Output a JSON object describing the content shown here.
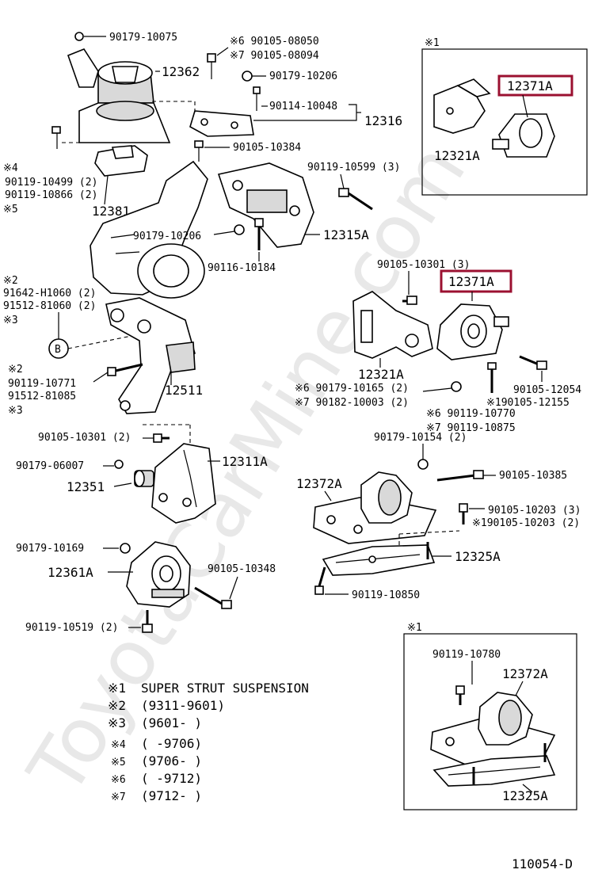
{
  "watermark": "ToyotaCarMine.com",
  "diagram_id": "110054-D",
  "labels": {
    "p90179_10075": "90179-10075",
    "p12362": "12362",
    "p90105_08050": "※6 90105-08050",
    "p90105_08094": "※7  90105-08094",
    "p90179_10206a": "90179-10206",
    "p90114_10048": "90114-10048",
    "p12316": "12316",
    "p90105_10384": "90105-10384",
    "p_note4": "※4",
    "p90119_10499": "90119-10499 (2)",
    "p90119_10866": "90119-10866 (2)",
    "p_note5": "※5",
    "p12381": "12381",
    "p90119_10599": "90119-10599 (3)",
    "p90179_10206b": "90179-10206",
    "p12315A": "12315A",
    "p90116_10184": "90116-10184",
    "p_note2a": "※2",
    "p91642": "91642-H1060 (2)",
    "p91512a": "91512-81060 (2)",
    "p_note3a": "※3",
    "p_B": "B",
    "p_note2b": "※2",
    "p90119_10771": "90119-10771",
    "p91512b": "91512-81085",
    "p_note3b": "※3",
    "p12511": "12511",
    "p90105_10301a": "90105-10301 (3)",
    "p12371A_mid": "12371A",
    "p12321A_mid": "12321A",
    "p90179_10165": "※6 90179-10165 (2)",
    "p90182_10003": "※7 90182-10003 (2)",
    "p90105_12054": "90105-12054",
    "p90105_12155": "※190105-12155",
    "p90119_10770": "※6  90119-10770",
    "p90119_10875": "※7  90119-10875",
    "p90179_10154": "90179-10154 (2)",
    "p90105_10301b": "90105-10301 (2)",
    "p12311A": "12311A",
    "p90179_06007": "90179-06007",
    "p12351": "12351",
    "p12372A_mid": "12372A",
    "p90105_10385": "90105-10385",
    "p90105_10203a": "90105-10203 (3)",
    "p90105_10203b": "※190105-10203 (2)",
    "p12325A_mid": "12325A",
    "p90119_10850": "90119-10850",
    "p90179_10169": "90179-10169",
    "p12361A": "12361A",
    "p90105_10348": "90105-10348",
    "p90119_10519": "90119-10519 (2)",
    "p_box1_note": "※1",
    "p12371A_box": "12371A",
    "p12321A_box": "12321A",
    "p_box2_note": "※1",
    "p90119_10780": "90119-10780",
    "p12372A_box": "12372A",
    "p12325A_box": "12325A"
  },
  "legend": [
    {
      "mark": "※1",
      "text": "SUPER STRUT SUSPENSION"
    },
    {
      "mark": "※2",
      "text": "(9311-9601)"
    },
    {
      "mark": "※3",
      "text": "(9601-     )"
    },
    {
      "mark": "※4",
      "text": "(     -9706)"
    },
    {
      "mark": "※5",
      "text": "(9706-     )"
    },
    {
      "mark": "※6",
      "text": "(     -9712)"
    },
    {
      "mark": "※7",
      "text": "(9712-     )"
    }
  ],
  "highlight_color": "#9b1030"
}
